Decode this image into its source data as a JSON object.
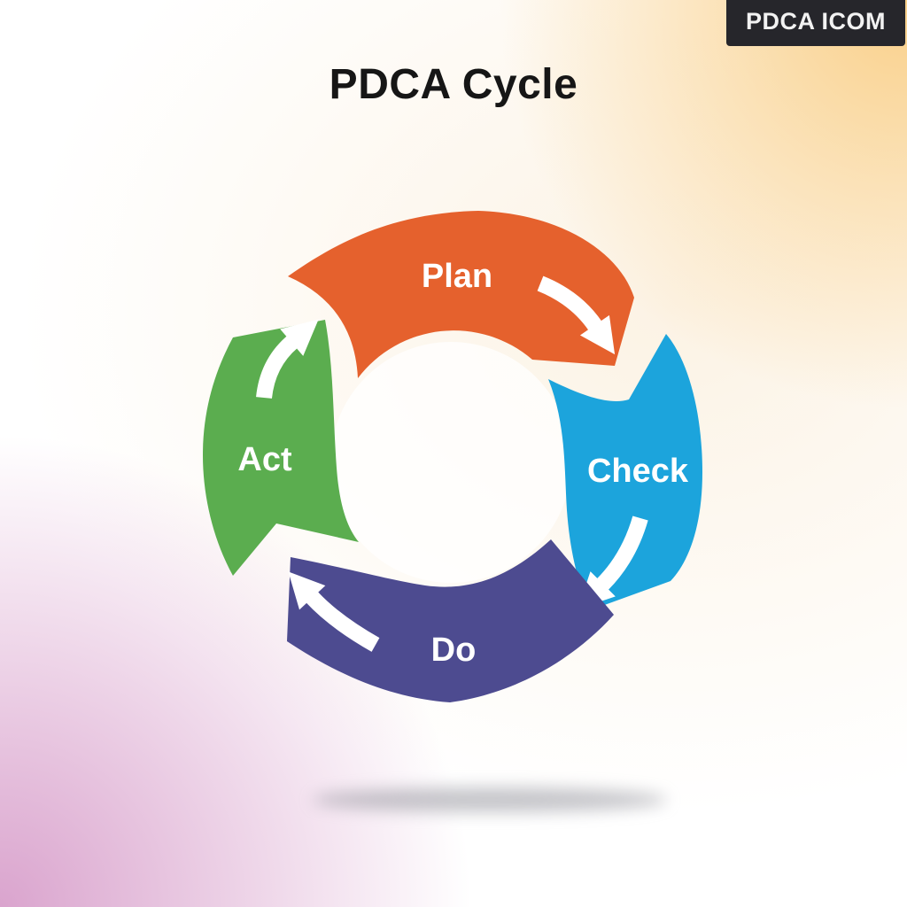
{
  "title": {
    "text": "PDCA Cycle",
    "color": "#161616"
  },
  "badge": {
    "label": "PDCA ICOM",
    "bg_color": "#26262B",
    "text_color": "#F2F2F2"
  },
  "diagram": {
    "type": "cycle",
    "label_color": "#FFFFFF",
    "arrow_color": "#FFFFFF",
    "segments": [
      {
        "id": "plan",
        "label": "Plan",
        "position": "top",
        "color": "#E5612D"
      },
      {
        "id": "check",
        "label": "Check",
        "position": "right",
        "color": "#1CA4DC"
      },
      {
        "id": "do",
        "label": "Do",
        "position": "bottom",
        "color": "#4D4B90"
      },
      {
        "id": "act",
        "label": "Act",
        "position": "left",
        "color": "#5BAD4F"
      }
    ]
  },
  "background": {
    "base": "#FFFFFF",
    "top_right_glow": "#F9CE85",
    "bottom_left_glow": "#D89FCB"
  }
}
